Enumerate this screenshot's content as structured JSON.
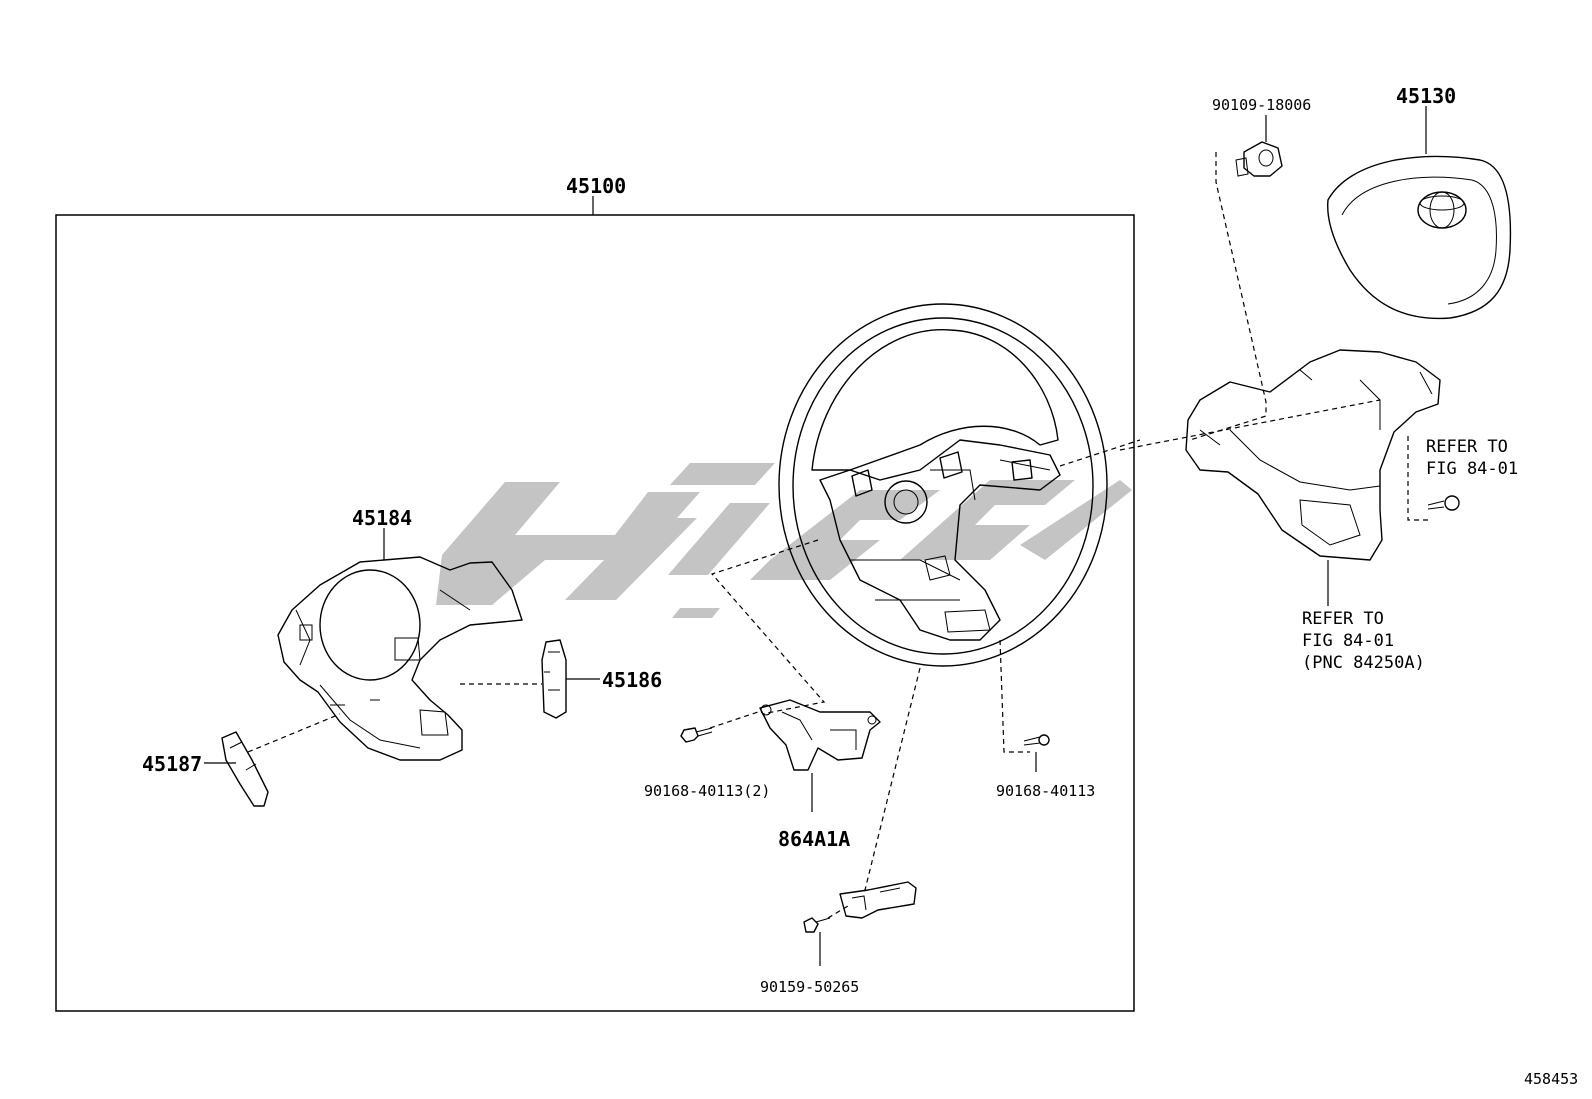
{
  "diagram": {
    "doc_number": "458453",
    "colors": {
      "line": "#000000",
      "watermark": "#c4c4c4",
      "background": "#ffffff"
    },
    "callouts": [
      {
        "id": "45100",
        "text": "45100"
      },
      {
        "id": "45184",
        "text": "45184"
      },
      {
        "id": "45186",
        "text": "45186"
      },
      {
        "id": "45187",
        "text": "45187"
      },
      {
        "id": "864A1A",
        "text": "864A1A"
      },
      {
        "id": "90168-40113-2",
        "text": "90168-40113(2)"
      },
      {
        "id": "90168-40113",
        "text": "90168-40113"
      },
      {
        "id": "90159-50265",
        "text": "90159-50265"
      },
      {
        "id": "90109-18006",
        "text": "90109-18006"
      },
      {
        "id": "45130",
        "text": "45130"
      }
    ],
    "refer_right": "REFER TO\nFIG 84-01",
    "refer_bottom": "REFER TO\nFIG 84-01\n(PNC 84250A)"
  }
}
